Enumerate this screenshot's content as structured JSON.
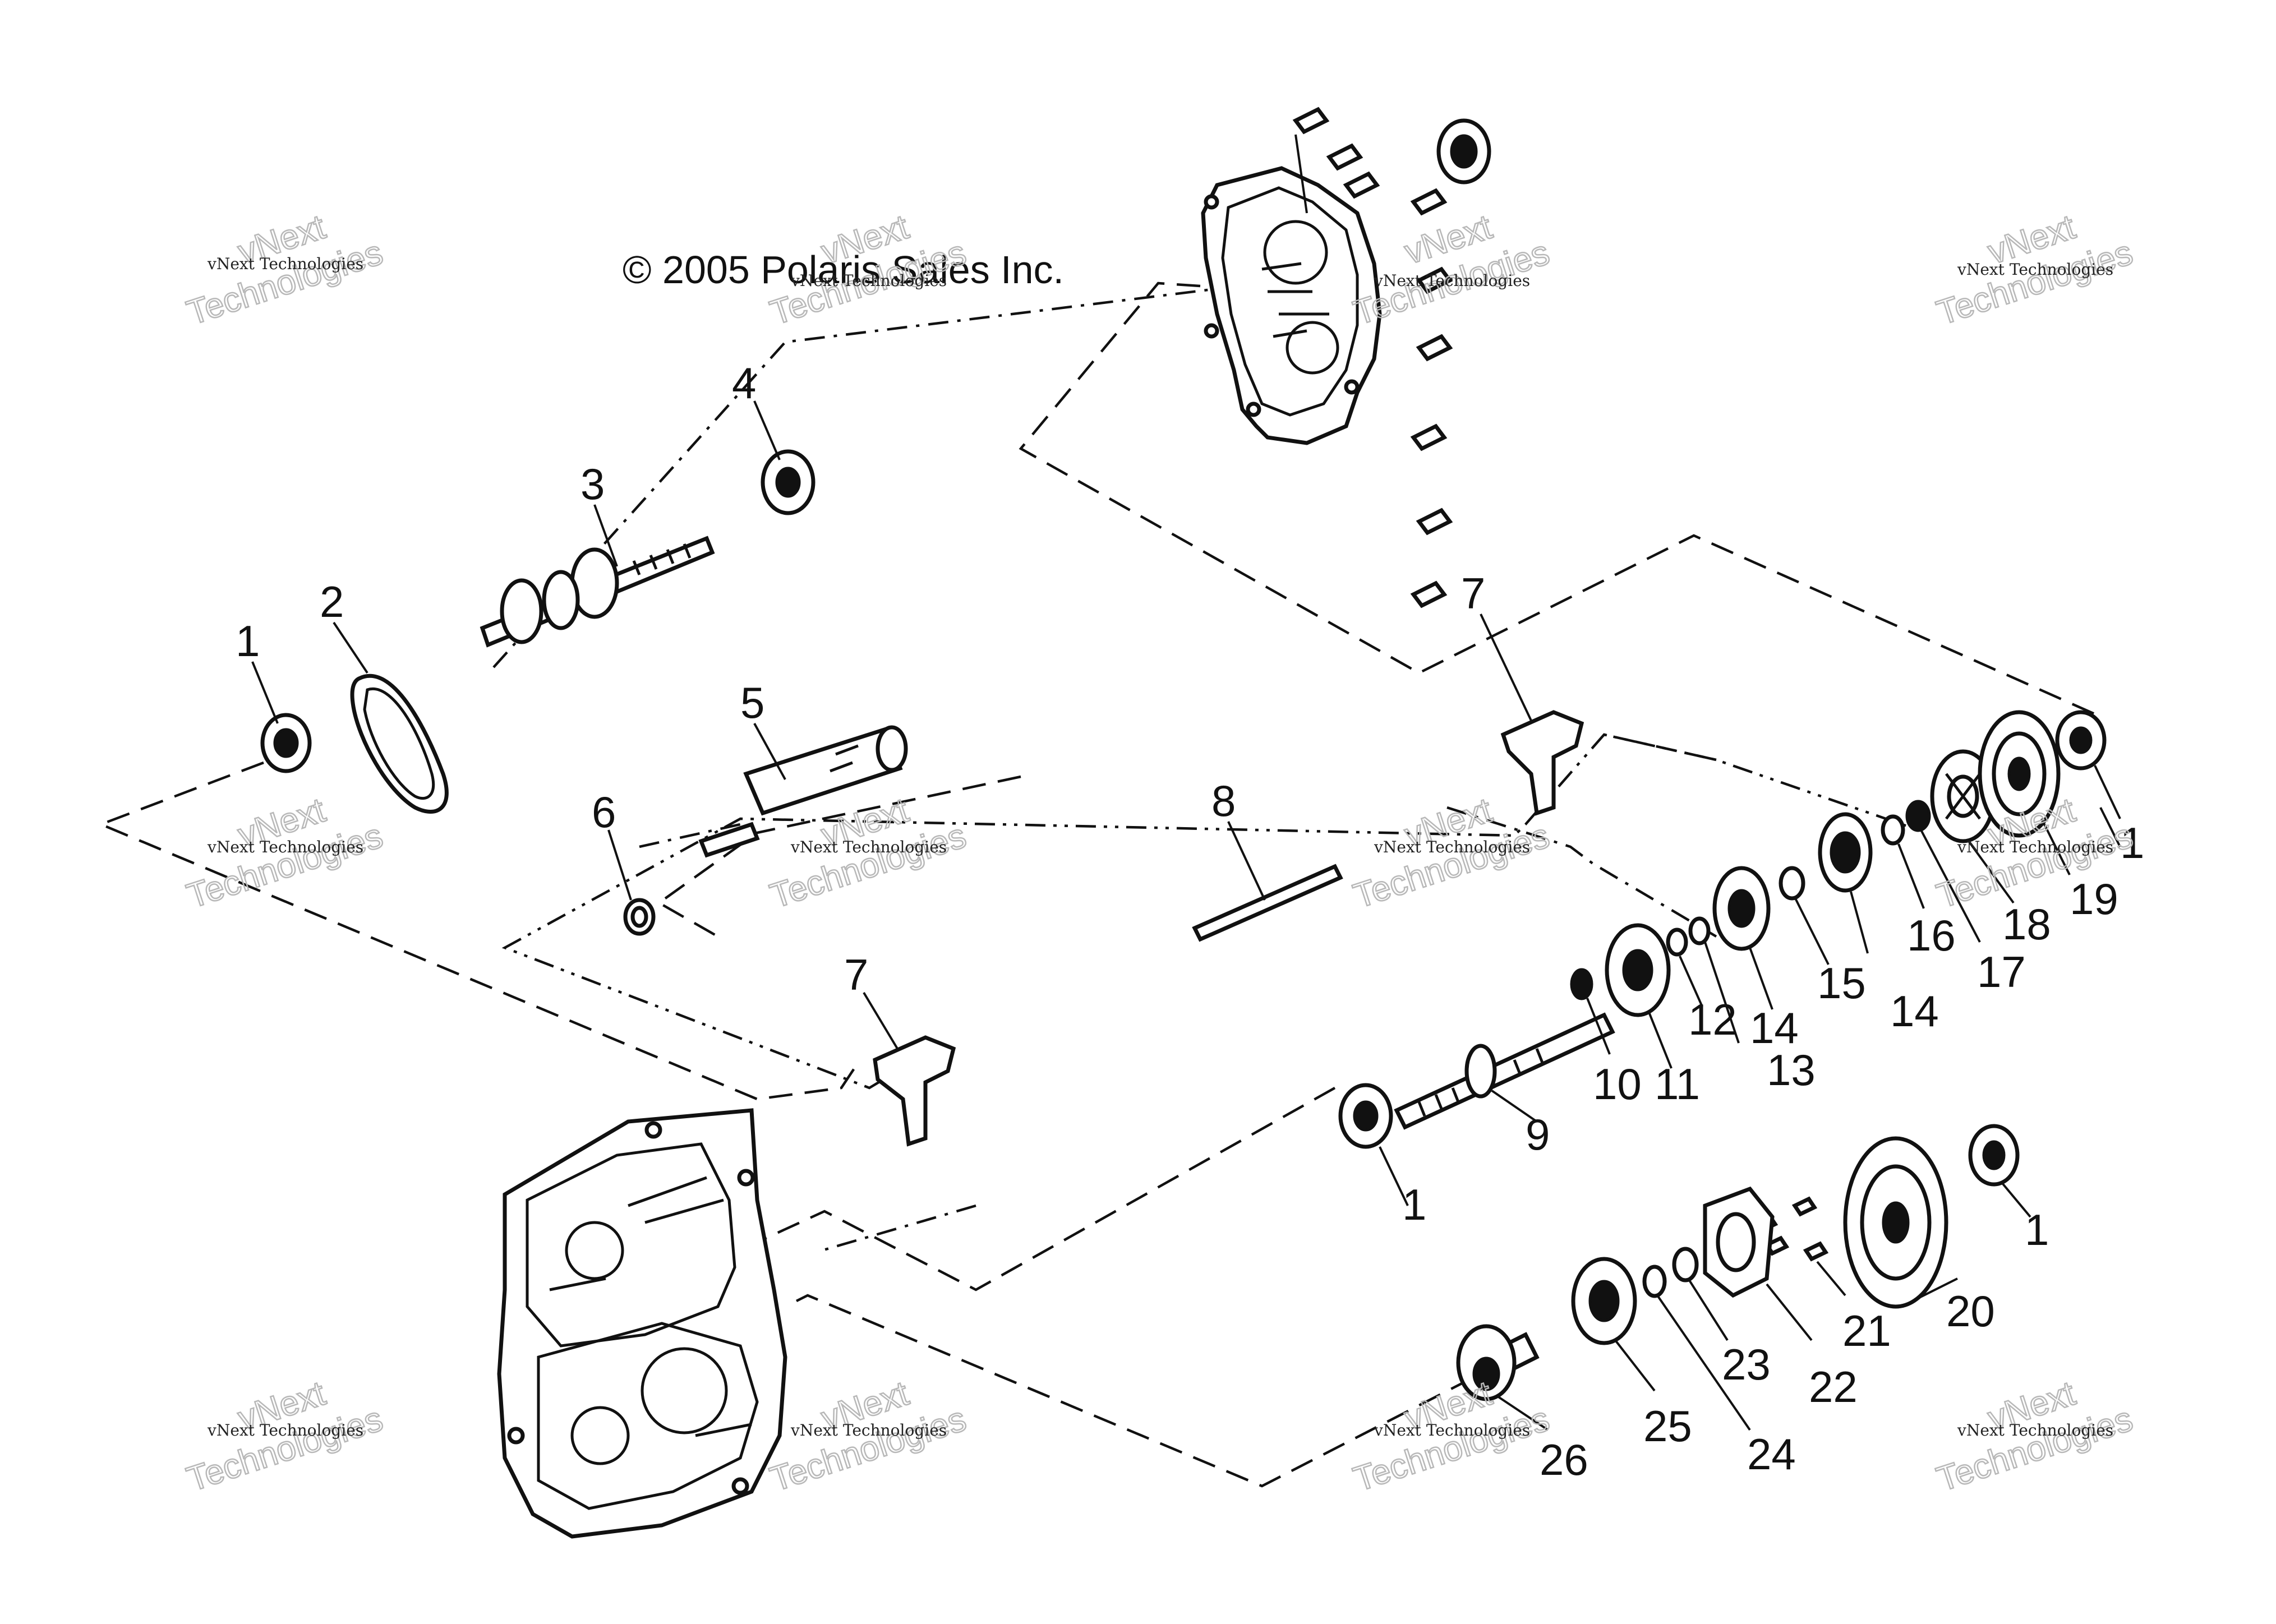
{
  "copyright": "© 2005 Polaris Sales Inc.",
  "watermark": {
    "small_text": "vNext Technologies",
    "large_top": "vNext",
    "large_bottom": "Technologies"
  },
  "callouts": {
    "c1a": "1",
    "c1b": "1",
    "c1c": "1",
    "c1d": "1",
    "c2": "2",
    "c3": "3",
    "c4": "4",
    "c5": "5",
    "c6": "6",
    "c7a": "7",
    "c7b": "7",
    "c8": "8",
    "c9": "9",
    "c10": "10",
    "c11": "11",
    "c12": "12",
    "c13": "13",
    "c14a": "14",
    "c14b": "14",
    "c15": "15",
    "c16": "16",
    "c17": "17",
    "c18": "18",
    "c19": "19",
    "c20": "20",
    "c21": "21",
    "c22": "22",
    "c23": "23",
    "c24": "24",
    "c25": "25",
    "c26": "26"
  },
  "colors": {
    "line": "#111111",
    "watermark": "#b8b8b8",
    "background": "#ffffff"
  }
}
